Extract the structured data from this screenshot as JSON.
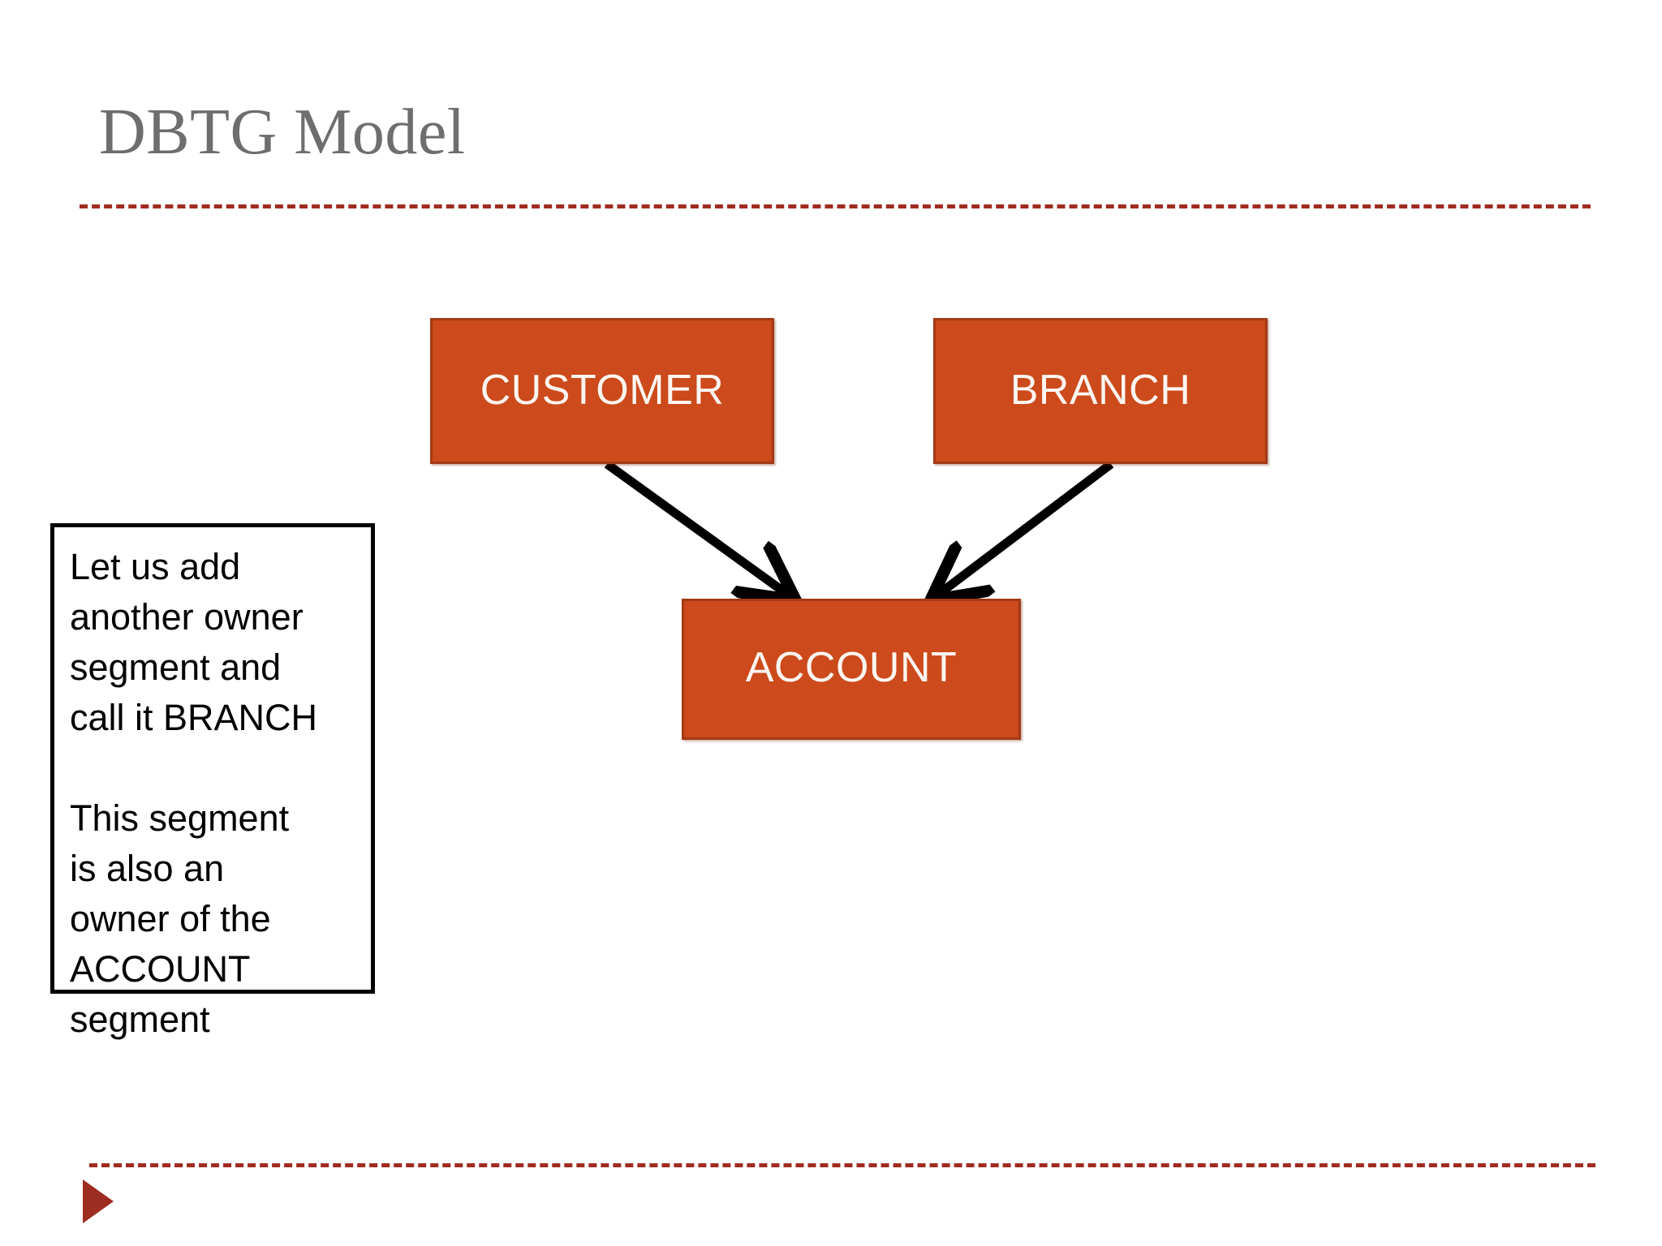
{
  "slide": {
    "title": "DBTG Model",
    "background_color": "#FFFFFF",
    "title_color": "#6E6E6E",
    "accent_color": "#A02C21",
    "entity_fill_color": "#CC4A1B",
    "entity_border_color": "#A33A15",
    "entity_text_color": "#FDF6F2",
    "connector_color": "#000000"
  },
  "note": {
    "body": "Let us add\nanother owner\nsegment and\ncall it BRANCH\n\nThis segment\nis also an\nowner of the\nACCOUNT\nsegment"
  },
  "diagram": {
    "type": "node-link",
    "entities": [
      {
        "id": "customer",
        "label": "CUSTOMER",
        "role": "owner"
      },
      {
        "id": "branch",
        "label": "BRANCH",
        "role": "owner"
      },
      {
        "id": "account",
        "label": "ACCOUNT",
        "role": "member"
      }
    ],
    "links": [
      {
        "from": "CUSTOMER",
        "to": "ACCOUNT",
        "style": "solid-arrow"
      },
      {
        "from": "BRANCH",
        "to": "ACCOUNT",
        "style": "solid-arrow"
      }
    ]
  },
  "decorations": {
    "top_rule_style": "dashed",
    "bottom_rule_style": "dashed",
    "bullet_marker": "triangle-right"
  }
}
